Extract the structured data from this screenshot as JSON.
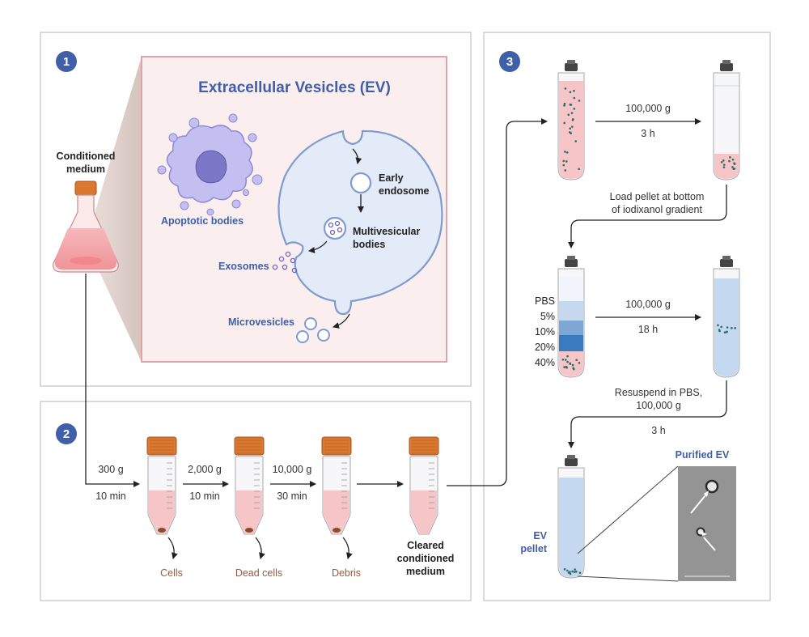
{
  "panel1": {
    "number": "1",
    "title": "Extracellular Vesicles (EV)",
    "flask_label_line1": "Conditioned",
    "flask_label_line2": "medium",
    "apoptotic_label": "Apoptotic bodies",
    "early_endosome_line1": "Early",
    "early_endosome_line2": "endosome",
    "mvb_line1": "Multivesicular",
    "mvb_line2": "bodies",
    "exosomes_label": "Exosomes",
    "microvesicles_label": "Microvesicles"
  },
  "panel2": {
    "number": "2",
    "steps": [
      {
        "force": "300 g",
        "time": "10 min",
        "waste": "Cells"
      },
      {
        "force": "2,000 g",
        "time": "10 min",
        "waste": "Dead cells"
      },
      {
        "force": "10,000 g",
        "time": "30 min",
        "waste": "Debris"
      }
    ],
    "result_line1": "Cleared",
    "result_line2": "conditioned",
    "result_line3": "medium"
  },
  "panel3": {
    "number": "3",
    "spin1_force": "100,000 g",
    "spin1_time": "3 h",
    "load_line1": "Load pellet at bottom",
    "load_line2": "of iodixanol gradient",
    "gradient_labels": [
      "PBS",
      "5%",
      "10%",
      "20%",
      "40%"
    ],
    "spin2_force": "100,000 g",
    "spin2_time": "18 h",
    "resuspend_line1": "Resuspend in PBS,",
    "resuspend_line2": "100,000 g",
    "resuspend_line3": "3 h",
    "ev_pellet_line1": "EV",
    "ev_pellet_line2": "pellet",
    "purified_label": "Purified EV"
  },
  "colors": {
    "accent_blue": "#3f5fa8",
    "panel_border": "#cfcfcf",
    "ev_box_fill": "#fbeeee",
    "ev_box_border": "#e0a4a8",
    "tube_orange": "#d9782e",
    "waste_brown": "#9a5a3a"
  }
}
